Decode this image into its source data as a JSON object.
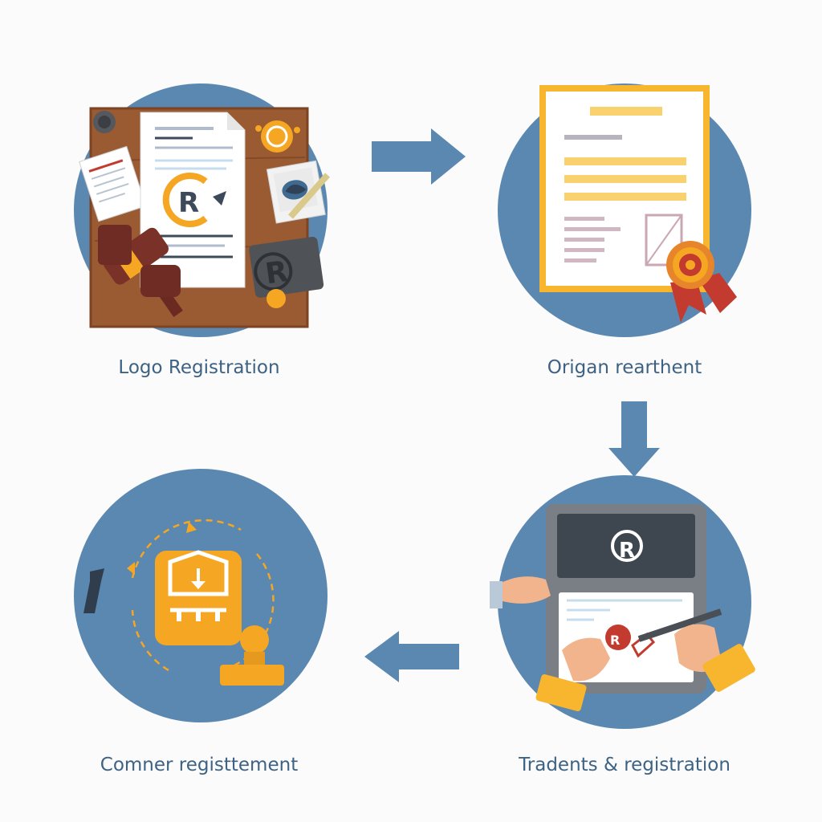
{
  "steps": [
    {
      "label": "Logo Registration",
      "icon": "logo-document-desk-icon"
    },
    {
      "label": "Origan rearthent",
      "icon": "certificate-icon"
    },
    {
      "label": "Comner registtement",
      "icon": "stamp-emblem-icon"
    },
    {
      "label": "Tradents & registration",
      "icon": "tablet-signing-icon"
    }
  ],
  "flow_order": [
    "Logo Registration",
    "Origan rearthent",
    "Tradents & registration",
    "Comner registtement"
  ],
  "colors": {
    "circle": "#5b88b1",
    "arrow": "#5b88b1",
    "label": "#3d6283",
    "accent_orange": "#f5a623",
    "accent_red": "#c23b2e",
    "wood": "#9a5a32",
    "background": "#fbfbfb"
  }
}
